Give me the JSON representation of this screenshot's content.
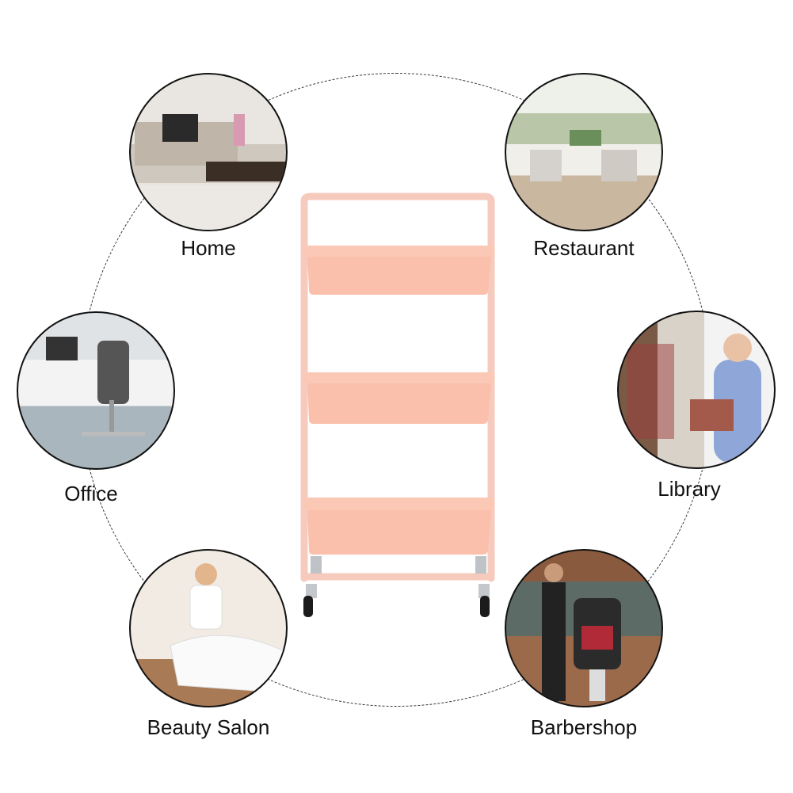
{
  "scenes": [
    {
      "label": "Home",
      "icon": "living-room-photo"
    },
    {
      "label": "Restaurant",
      "icon": "restaurant-photo"
    },
    {
      "label": "Office",
      "icon": "office-photo"
    },
    {
      "label": "Library",
      "icon": "library-photo"
    },
    {
      "label": "Beauty Salon",
      "icon": "beauty-salon-photo"
    },
    {
      "label": "Barbershop",
      "icon": "barbershop-photo"
    }
  ],
  "product": {
    "color": "#f9c3b0",
    "tiers": 3
  }
}
